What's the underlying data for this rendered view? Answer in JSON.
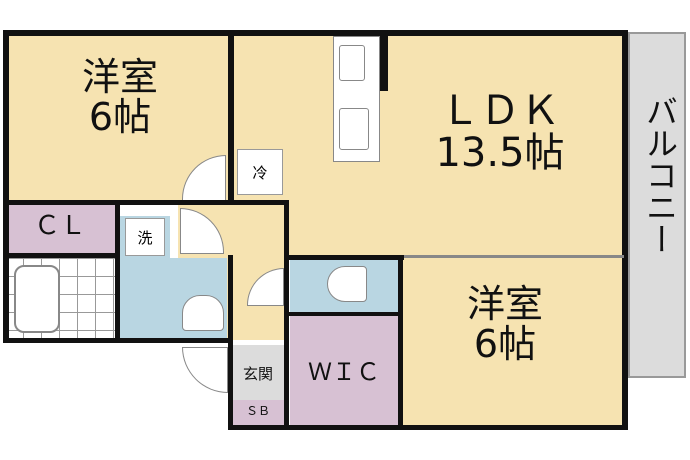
{
  "rooms": {
    "bedroom1": {
      "name": "洋室",
      "size": "6帖"
    },
    "ldk": {
      "name": "ＬＤＫ",
      "size": "13.5帖"
    },
    "bedroom2": {
      "name": "洋室",
      "size": "6帖"
    },
    "closet": "ＣＬ",
    "wic": "ＷＩＣ",
    "entrance": "玄関",
    "shoe_box": "ＳＢ",
    "balcony": "バルコニー"
  },
  "fixtures": {
    "fridge": "冷",
    "washer": "洗"
  },
  "colors": {
    "room": "#f6e3b1",
    "storage": "#d7c1d3",
    "wet": "#b9d6e2",
    "balcony": "#dcdcdc"
  }
}
